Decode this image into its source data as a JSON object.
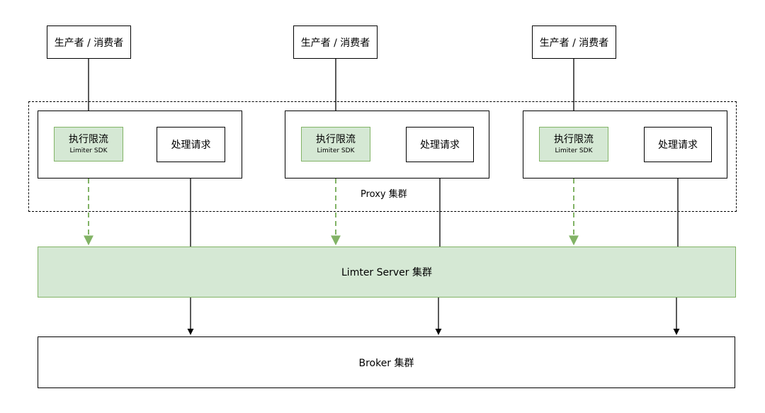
{
  "producers": [
    {
      "label": "生产者 / 消费者"
    },
    {
      "label": "生产者 / 消费者"
    },
    {
      "label": "生产者 / 消费者"
    }
  ],
  "proxies": [
    {
      "limiter_title": "执行限流",
      "limiter_sub": "Limiter SDK",
      "handle_label": "处理请求"
    },
    {
      "limiter_title": "执行限流",
      "limiter_sub": "Limiter SDK",
      "handle_label": "处理请求"
    },
    {
      "limiter_title": "执行限流",
      "limiter_sub": "Limiter SDK",
      "handle_label": "处理请求"
    }
  ],
  "proxy_cluster_label": "Proxy 集群",
  "limiter_server_label": "Limter Server 集群",
  "broker_label": "Broker 集群",
  "colors": {
    "green_fill": "#d5e8d4",
    "green_stroke": "#82b366",
    "black": "#000000"
  }
}
